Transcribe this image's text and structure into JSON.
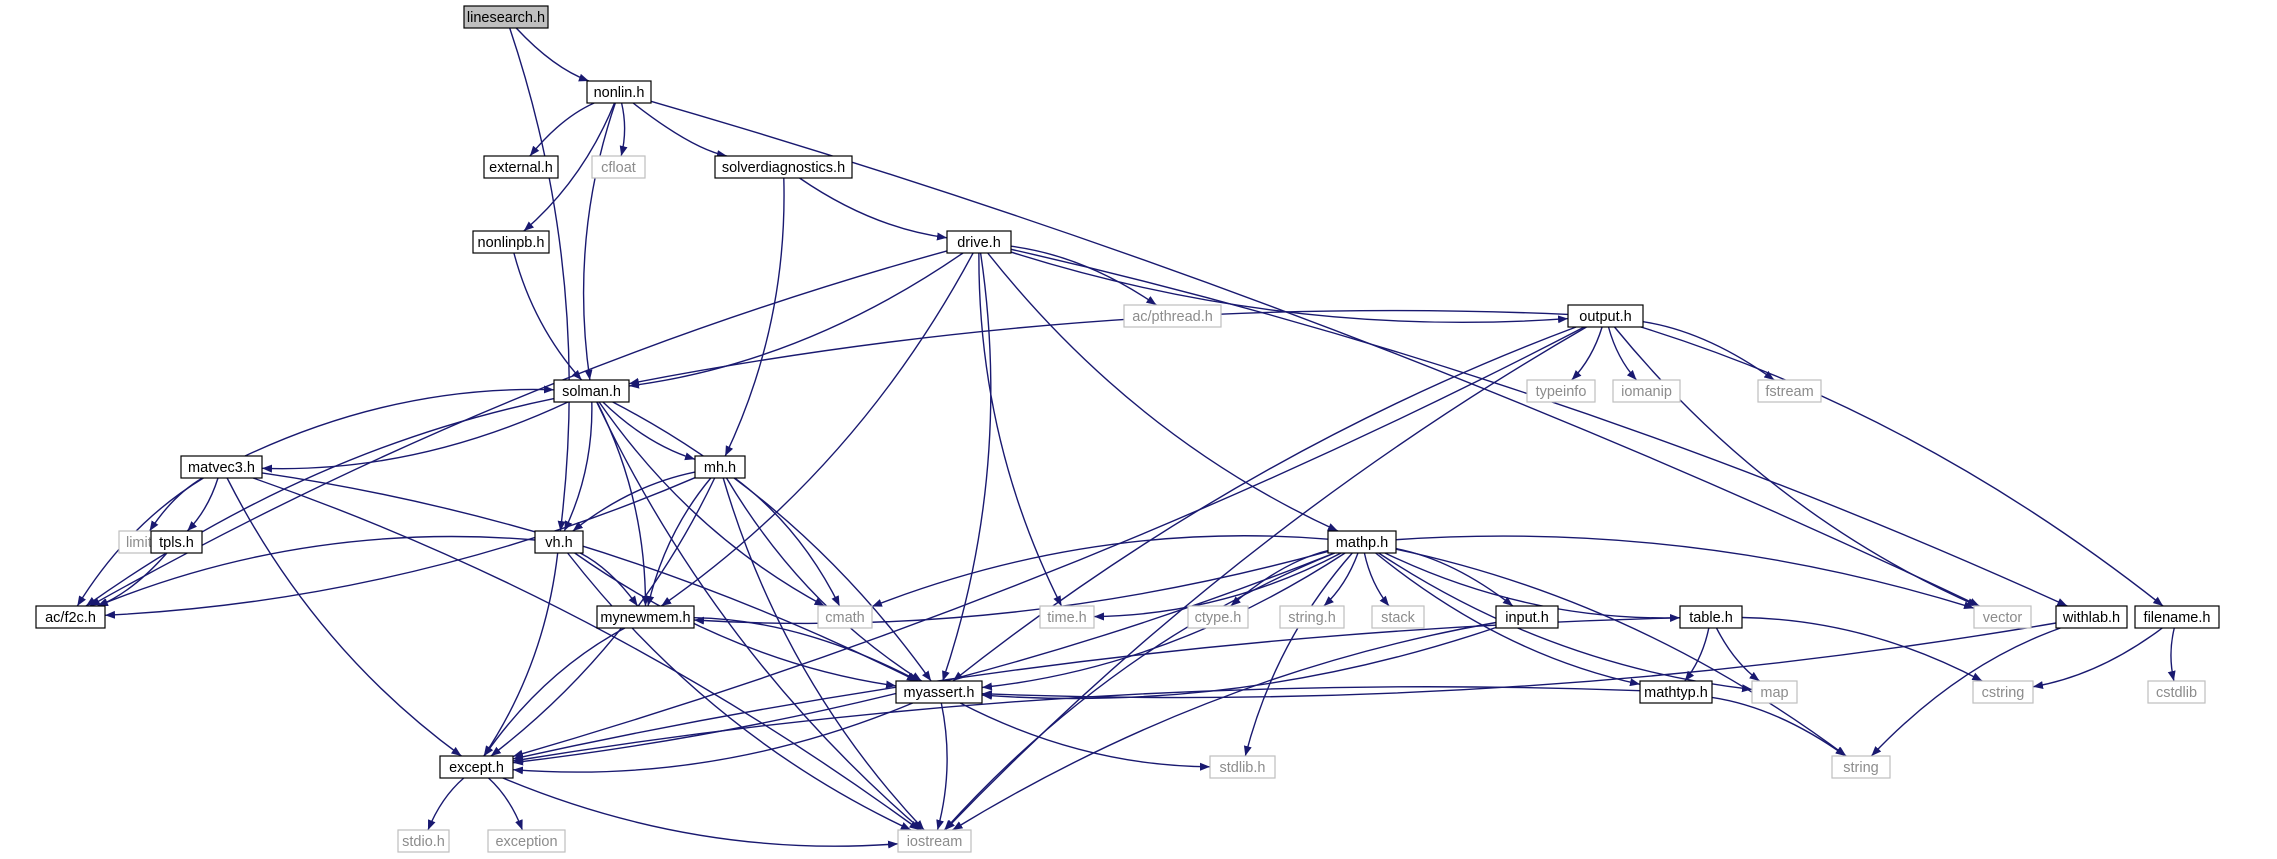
{
  "graph": {
    "edge_color": "#191970",
    "root_fill": "#bfbfbf",
    "local_stroke": "#000000",
    "system_stroke": "#bfbfbf",
    "nodes": [
      {
        "id": "linesearch",
        "label": "linesearch.h",
        "kind": "root"
      },
      {
        "id": "nonlin",
        "label": "nonlin.h",
        "kind": "local"
      },
      {
        "id": "external",
        "label": "external.h",
        "kind": "local"
      },
      {
        "id": "cfloat",
        "label": "cfloat",
        "kind": "system"
      },
      {
        "id": "solverdiag",
        "label": "solverdiagnostics.h",
        "kind": "local"
      },
      {
        "id": "nonlinpb",
        "label": "nonlinpb.h",
        "kind": "local"
      },
      {
        "id": "drive",
        "label": "drive.h",
        "kind": "local"
      },
      {
        "id": "pthread",
        "label": "ac/pthread.h",
        "kind": "system"
      },
      {
        "id": "output",
        "label": "output.h",
        "kind": "local"
      },
      {
        "id": "solman",
        "label": "solman.h",
        "kind": "local"
      },
      {
        "id": "typeinfo",
        "label": "typeinfo",
        "kind": "system"
      },
      {
        "id": "iomanip",
        "label": "iomanip",
        "kind": "system"
      },
      {
        "id": "fstream",
        "label": "fstream",
        "kind": "system"
      },
      {
        "id": "matvec3",
        "label": "matvec3.h",
        "kind": "local"
      },
      {
        "id": "mh",
        "label": "mh.h",
        "kind": "local"
      },
      {
        "id": "limits",
        "label": "limits",
        "kind": "system"
      },
      {
        "id": "tpls",
        "label": "tpls.h",
        "kind": "local"
      },
      {
        "id": "vh",
        "label": "vh.h",
        "kind": "local"
      },
      {
        "id": "mathp",
        "label": "mathp.h",
        "kind": "local"
      },
      {
        "id": "acf2c",
        "label": "ac/f2c.h",
        "kind": "local"
      },
      {
        "id": "mynewmem",
        "label": "mynewmem.h",
        "kind": "local"
      },
      {
        "id": "cmath",
        "label": "cmath",
        "kind": "system"
      },
      {
        "id": "timeh",
        "label": "time.h",
        "kind": "system"
      },
      {
        "id": "ctype",
        "label": "ctype.h",
        "kind": "system"
      },
      {
        "id": "stringh",
        "label": "string.h",
        "kind": "system"
      },
      {
        "id": "stack",
        "label": "stack",
        "kind": "system"
      },
      {
        "id": "input",
        "label": "input.h",
        "kind": "local"
      },
      {
        "id": "table",
        "label": "table.h",
        "kind": "local"
      },
      {
        "id": "vector",
        "label": "vector",
        "kind": "system"
      },
      {
        "id": "withlab",
        "label": "withlab.h",
        "kind": "local"
      },
      {
        "id": "filename",
        "label": "filename.h",
        "kind": "local"
      },
      {
        "id": "myassert",
        "label": "myassert.h",
        "kind": "local"
      },
      {
        "id": "mathtyp",
        "label": "mathtyp.h",
        "kind": "local"
      },
      {
        "id": "map",
        "label": "map",
        "kind": "system"
      },
      {
        "id": "cstring",
        "label": "cstring",
        "kind": "system"
      },
      {
        "id": "cstdlib",
        "label": "cstdlib",
        "kind": "system"
      },
      {
        "id": "except",
        "label": "except.h",
        "kind": "local"
      },
      {
        "id": "stdlib",
        "label": "stdlib.h",
        "kind": "system"
      },
      {
        "id": "string",
        "label": "string",
        "kind": "system"
      },
      {
        "id": "stdio",
        "label": "stdio.h",
        "kind": "system"
      },
      {
        "id": "exception",
        "label": "exception",
        "kind": "system"
      },
      {
        "id": "iostream",
        "label": "iostream",
        "kind": "system"
      }
    ],
    "edges": [
      [
        "linesearch",
        "nonlin"
      ],
      [
        "linesearch",
        "vh"
      ],
      [
        "nonlin",
        "external"
      ],
      [
        "nonlin",
        "cfloat"
      ],
      [
        "nonlin",
        "solverdiag"
      ],
      [
        "nonlin",
        "nonlinpb"
      ],
      [
        "nonlin",
        "solman"
      ],
      [
        "nonlin",
        "vector"
      ],
      [
        "solverdiag",
        "drive"
      ],
      [
        "solverdiag",
        "mh"
      ],
      [
        "nonlinpb",
        "solman"
      ],
      [
        "drive",
        "pthread"
      ],
      [
        "drive",
        "output"
      ],
      [
        "drive",
        "solman"
      ],
      [
        "drive",
        "acf2c"
      ],
      [
        "drive",
        "mynewmem"
      ],
      [
        "drive",
        "timeh"
      ],
      [
        "drive",
        "myassert"
      ],
      [
        "drive",
        "mathp"
      ],
      [
        "drive",
        "withlab"
      ],
      [
        "output",
        "solman"
      ],
      [
        "output",
        "typeinfo"
      ],
      [
        "output",
        "iomanip"
      ],
      [
        "output",
        "fstream"
      ],
      [
        "output",
        "vector"
      ],
      [
        "output",
        "filename"
      ],
      [
        "output",
        "myassert"
      ],
      [
        "output",
        "except"
      ],
      [
        "output",
        "iostream"
      ],
      [
        "solman",
        "matvec3"
      ],
      [
        "solman",
        "mh"
      ],
      [
        "solman",
        "vh"
      ],
      [
        "solman",
        "acf2c"
      ],
      [
        "solman",
        "mynewmem"
      ],
      [
        "solman",
        "cmath"
      ],
      [
        "solman",
        "myassert"
      ],
      [
        "solman",
        "iostream"
      ],
      [
        "matvec3",
        "solman"
      ],
      [
        "matvec3",
        "limits"
      ],
      [
        "matvec3",
        "tpls"
      ],
      [
        "matvec3",
        "acf2c"
      ],
      [
        "matvec3",
        "myassert"
      ],
      [
        "matvec3",
        "except"
      ],
      [
        "matvec3",
        "iostream"
      ],
      [
        "mh",
        "vh"
      ],
      [
        "mh",
        "acf2c"
      ],
      [
        "mh",
        "mynewmem"
      ],
      [
        "mh",
        "cmath"
      ],
      [
        "mh",
        "myassert"
      ],
      [
        "mh",
        "except"
      ],
      [
        "mh",
        "iostream"
      ],
      [
        "tpls",
        "acf2c"
      ],
      [
        "vh",
        "acf2c"
      ],
      [
        "vh",
        "mynewmem"
      ],
      [
        "vh",
        "myassert"
      ],
      [
        "vh",
        "except"
      ],
      [
        "vh",
        "iostream"
      ],
      [
        "mathp",
        "mynewmem"
      ],
      [
        "mathp",
        "cmath"
      ],
      [
        "mathp",
        "timeh"
      ],
      [
        "mathp",
        "ctype"
      ],
      [
        "mathp",
        "stringh"
      ],
      [
        "mathp",
        "stack"
      ],
      [
        "mathp",
        "input"
      ],
      [
        "mathp",
        "table"
      ],
      [
        "mathp",
        "vector"
      ],
      [
        "mathp",
        "map"
      ],
      [
        "mathp",
        "myassert"
      ],
      [
        "mathp",
        "mathtyp"
      ],
      [
        "mathp",
        "except"
      ],
      [
        "mathp",
        "stdlib"
      ],
      [
        "mathp",
        "string"
      ],
      [
        "mathp",
        "iostream"
      ],
      [
        "mynewmem",
        "myassert"
      ],
      [
        "mynewmem",
        "except"
      ],
      [
        "input",
        "myassert"
      ],
      [
        "input",
        "iostream"
      ],
      [
        "table",
        "mathtyp"
      ],
      [
        "table",
        "map"
      ],
      [
        "table",
        "cstring"
      ],
      [
        "table",
        "except"
      ],
      [
        "withlab",
        "myassert"
      ],
      [
        "withlab",
        "string"
      ],
      [
        "filename",
        "cstring"
      ],
      [
        "filename",
        "cstdlib"
      ],
      [
        "myassert",
        "except"
      ],
      [
        "myassert",
        "stdlib"
      ],
      [
        "myassert",
        "iostream"
      ],
      [
        "mathtyp",
        "except"
      ],
      [
        "mathtyp",
        "string"
      ],
      [
        "except",
        "stdio"
      ],
      [
        "except",
        "exception"
      ],
      [
        "except",
        "iostream"
      ]
    ]
  }
}
